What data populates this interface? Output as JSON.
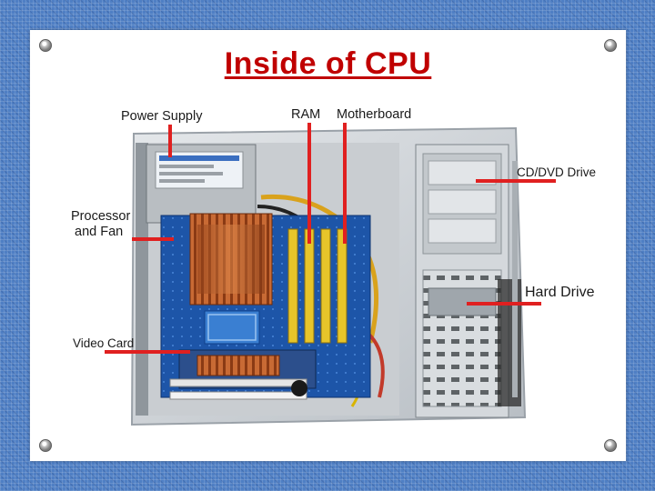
{
  "slide": {
    "title": "Inside of CPU",
    "labels": {
      "power_supply": "Power Supply",
      "ram": "RAM",
      "motherboard": "Motherboard",
      "cd_dvd_drive": "CD/DVD Drive",
      "processor_line1": "Processor",
      "processor_line2": "and Fan",
      "hard_drive": "Hard Drive",
      "video_card": "Video Card"
    }
  },
  "colors": {
    "background": "#4f7fc4",
    "title": "#c00000",
    "pointer_lines": "#e02020"
  }
}
